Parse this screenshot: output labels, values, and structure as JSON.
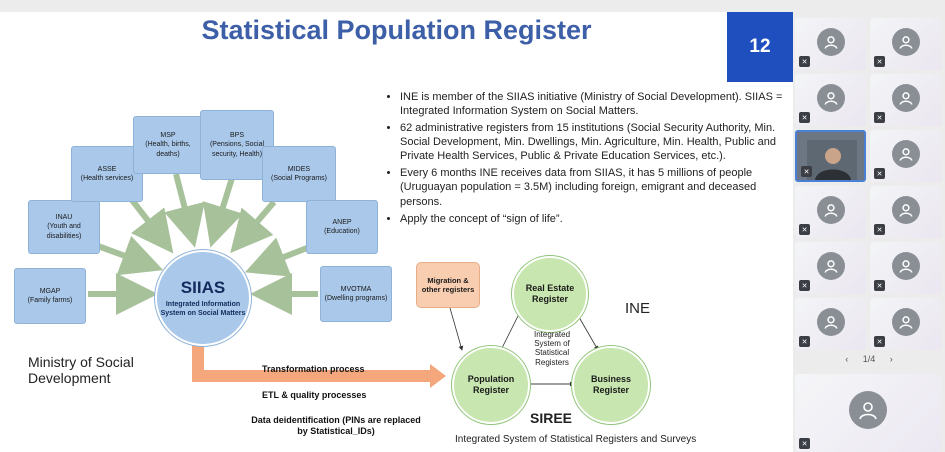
{
  "slide": {
    "title": "Statistical Population Register",
    "page_number": "12",
    "boxes": [
      {
        "name": "MGAP",
        "desc": "(Family farms)"
      },
      {
        "name": "INAU",
        "desc": "(Youth and disabilities)"
      },
      {
        "name": "ASSE",
        "desc": "(Health services)"
      },
      {
        "name": "MSP",
        "desc": "(Health, births, deaths)"
      },
      {
        "name": "BPS",
        "desc": "(Pensions, Social security, Health)"
      },
      {
        "name": "MIDES",
        "desc": "(Social Programs)"
      },
      {
        "name": "ANEP",
        "desc": "(Education)"
      },
      {
        "name": "MVOTMA",
        "desc": "(Dwelling programs)"
      }
    ],
    "hub": {
      "title": "SIIAS",
      "subtitle": "Integrated Information System on Social Matters"
    },
    "ministry_label": "Ministry of Social Development",
    "bullets": [
      "INE is member of the SIIAS initiative (Ministry of Social Development). SIIAS = Integrated Information System on Social Matters.",
      "62 administrative registers from 15 institutions (Social Security Authority, Min. Social Development, Min. Dwellings, Min. Agriculture, Min. Health, Public and Private Health Services, Public & Private Education Services, etc.).",
      "Every 6 months INE receives data from SIIAS, it has 5 millions of people (Uruguayan population = 3.5M) including foreign, emigrant and deceased persons.",
      "Apply the concept of “sign of life”."
    ],
    "process": {
      "transformation": "Transformation process",
      "etl": "ETL & quality processes",
      "deidentification": "Data deidentification (PINs are replaced by Statistical_IDs)"
    },
    "migration_box": "Migration & other registers",
    "registers": {
      "real_estate": "Real Estate Register",
      "population": "Population Register",
      "business": "Business Register",
      "center": "Integrated System of Statistical Registers"
    },
    "ine_label": "INE",
    "siree_label": "SIREE",
    "siree_sub": "Integrated System of Statistical Registers and Surveys"
  },
  "participants": {
    "pager": {
      "prev": "‹",
      "text": "1/4",
      "next": "›"
    },
    "tiles": [
      "avatar",
      "avatar",
      "avatar",
      "avatar",
      "video",
      "avatar",
      "avatar",
      "avatar",
      "avatar",
      "avatar",
      "avatar",
      "avatar"
    ],
    "mic_icon": "mic-muted-icon"
  },
  "colors": {
    "title": "#3d5fa8",
    "page_badge": "#1f4fbf",
    "source_box": "#a9c8ea",
    "register_circle": "#c8e6b0",
    "migration_box": "#f8cdb0",
    "process_arrow": "#f4a77c"
  }
}
